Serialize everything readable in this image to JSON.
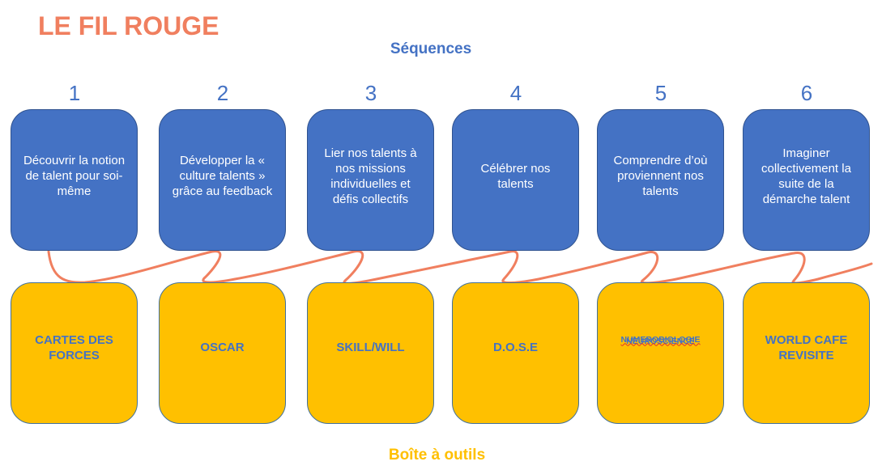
{
  "title": "LE FIL ROUGE",
  "sequences_label": "Séquences",
  "toolbox_label": "Boîte à outils",
  "colors": {
    "title": "#f07f5f",
    "sequence_box": "#4472c4",
    "tool_box": "#ffc000",
    "thread": "#f07f5f"
  },
  "sequences": [
    {
      "number": "1",
      "text": "Découvrir la notion de talent pour soi-même"
    },
    {
      "number": "2",
      "text": "Développer la « culture talents » grâce au feedback"
    },
    {
      "number": "3",
      "text": "Lier nos talents à nos missions individuelles et défis collectifs"
    },
    {
      "number": "4",
      "text": "Célébrer nos talents"
    },
    {
      "number": "5",
      "text": "Comprendre d’où proviennent nos talents"
    },
    {
      "number": "6",
      "text": "Imaginer collectivement la suite de la démarche talent"
    }
  ],
  "tools": [
    {
      "text": "CARTES DES FORCES"
    },
    {
      "text": "OSCAR"
    },
    {
      "text": "SKILL/WILL"
    },
    {
      "text": "D.O.S.E"
    },
    {
      "lines": [
        "NEUROSCIENCE",
        "NUMEROBIOLOGIE"
      ]
    },
    {
      "text": "WORLD CAFE REVISITE"
    }
  ]
}
